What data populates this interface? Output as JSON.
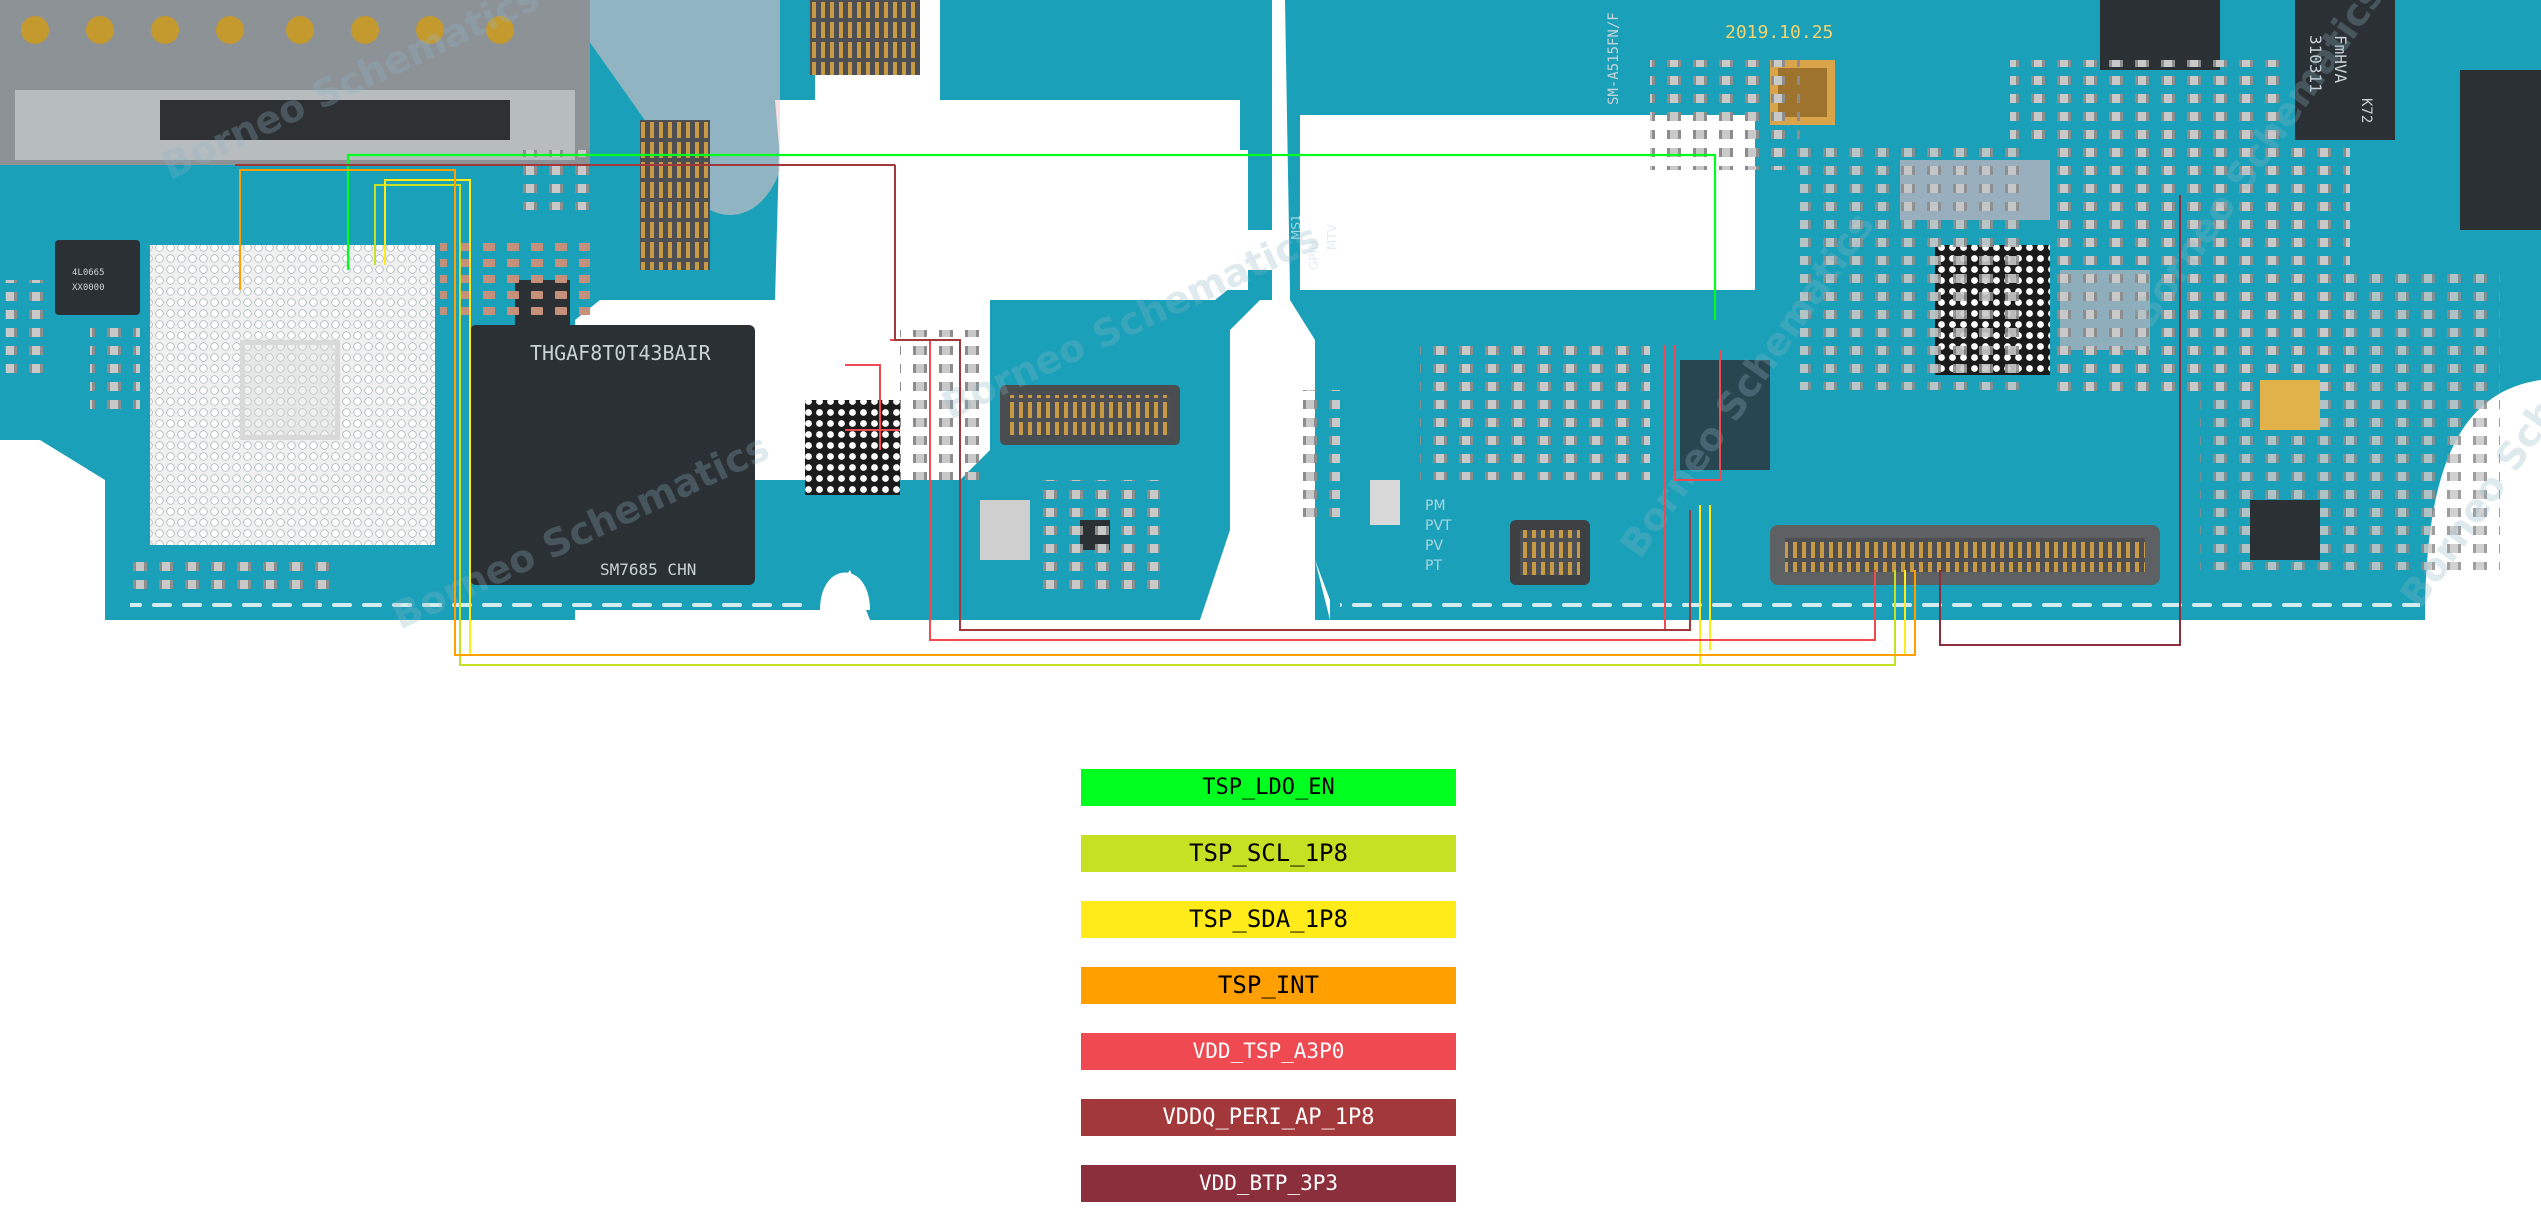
{
  "board": {
    "silkscreen": {
      "memory_chip": "THGAF8T0T43BAIR",
      "soc_marking": "SM7685 CHN",
      "board_code": "SM-A515FN/F",
      "date_code": "2019.10.25",
      "nfc_chip_top": "FmHVA",
      "nfc_chip_bottom": "310311",
      "nfc_chip_side": "K72",
      "left_chip_line1": "4L0665",
      "left_chip_line2": "XX0000",
      "pad_labels": [
        "PM",
        "PVT",
        "PV",
        "PT"
      ],
      "vertical_labels": [
        "MS1",
        "GPIO",
        "MTV"
      ]
    },
    "watermark": "Borneo Schematics",
    "colors": {
      "pcb": "#1aa0b8",
      "pcb_dark": "#0f7c92",
      "ic": "#2a2f33",
      "solder_pad": "#e6e6e6"
    }
  },
  "signals": [
    {
      "name": "TSP_LDO_EN",
      "color": "#00ff1e",
      "text_color": "#000000"
    },
    {
      "name": "TSP_SCL_1P8",
      "color": "#c6e024",
      "text_color": "#000000"
    },
    {
      "name": "TSP_SDA_1P8",
      "color": "#ffea1a",
      "text_color": "#000000"
    },
    {
      "name": "TSP_INT",
      "color": "#ff9f00",
      "text_color": "#000000"
    },
    {
      "name": "VDD_TSP_A3P0",
      "color": "#ef4a52",
      "text_color": "#ffffff"
    },
    {
      "name": "VDDQ_PERI_AP_1P8",
      "color": "#a3383b",
      "text_color": "#ffffff"
    },
    {
      "name": "VDD_BTP_3P3",
      "color": "#8b2f3c",
      "text_color": "#ffffff"
    }
  ]
}
